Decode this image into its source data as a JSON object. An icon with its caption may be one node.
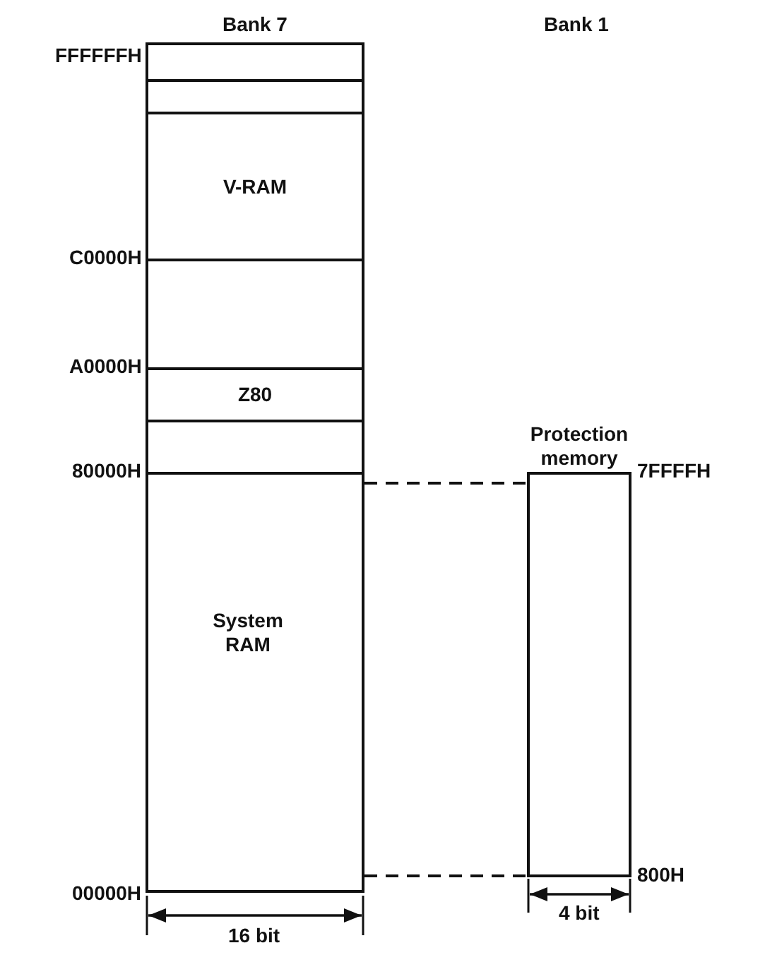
{
  "diagram": {
    "nodes": [
      {
        "text": [
          "Bank 7"
        ]
      },
      {
        "text": [],
        "shape": "box",
        "in": 0
      },
      {
        "text": [],
        "shape": "box",
        "in": 0
      },
      {
        "text": [
          "V-RAM"
        ],
        "in": 0
      },
      {
        "text": [],
        "shape": "box",
        "in": 0
      },
      {
        "text": [
          "Z80"
        ],
        "in": 0
      },
      {
        "text": [],
        "shape": "box",
        "in": 0
      },
      {
        "text": [
          "System RAM"
        ],
        "in": 0
      },
      {
        "text": [
          "Protection memory"
        ]
      }
    ],
    "edges": [
      {
        "from": 7,
        "to": 8,
        "arrow": "none",
        "style": "dashed"
      },
      {
        "from": 7,
        "to": 8,
        "arrow": "none",
        "style": "dashed"
      }
    ],
    "labels": [
      "Bank 1",
      "FFFFFFH",
      "C0000H",
      "A0000H",
      "80000H",
      "7FFFFH",
      "800H",
      "00000H",
      "16 bit",
      "4 bit"
    ]
  }
}
